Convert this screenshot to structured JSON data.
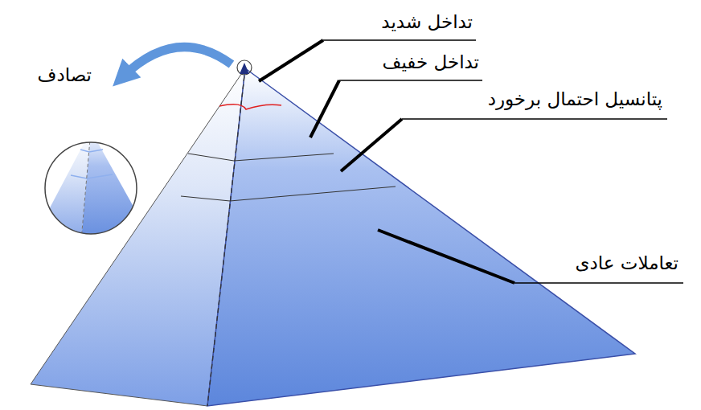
{
  "diagram": {
    "labels": [
      "تداخل شدید",
      "تصادف",
      "تداخل خفیف",
      "پتانسیل احتمال برخورد",
      "تعاملات عادی"
    ]
  }
}
